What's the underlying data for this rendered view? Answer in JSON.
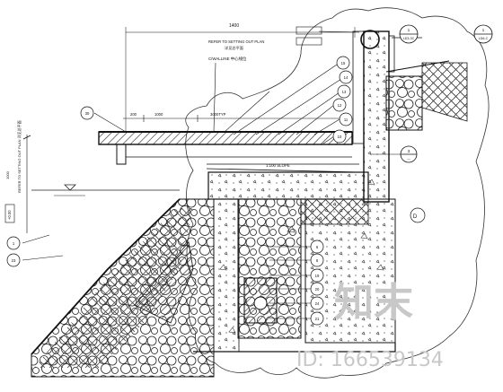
{
  "drawing": {
    "dim_top": "1400",
    "note_refer": "REFER TO SETTING OUT PLAN",
    "note_refer_cn": "详见总平面",
    "note_cl": "C/WALLINE 中心线位",
    "dims_board": [
      "200",
      "1000",
      "3000TYP"
    ],
    "slope_note": "1:100 SLOPE",
    "left_vertical_note": "REFER TO SETTING OUT PLAN 详见总平面",
    "left_dim": "1000",
    "level_box": "+0.00",
    "side_tag": "D",
    "callout_right_1": {
      "num": "1",
      "ref": "LD3-3C"
    },
    "callout_right_2": {
      "num": "1",
      "ref": "LD6-C"
    },
    "callout_mid": {
      "num": "3",
      "ref": "—"
    },
    "left_callouts": [
      "1",
      "23"
    ],
    "left_tag": "30",
    "stack_callouts": [
      "6",
      "8",
      "19",
      "20",
      "24",
      "21"
    ],
    "top_callouts": [
      "15",
      "14",
      "13",
      "12",
      "11",
      "10"
    ]
  },
  "watermark": {
    "brand": "知末",
    "id_text": "ID: 166539134"
  }
}
